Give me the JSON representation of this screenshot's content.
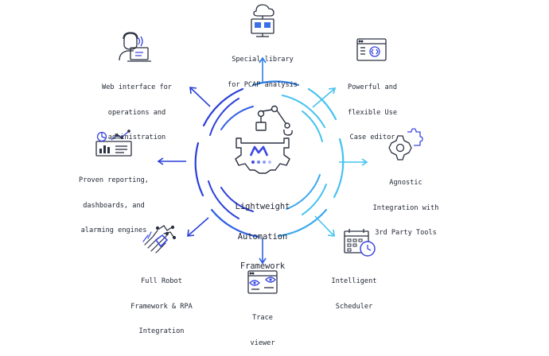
{
  "center": {
    "line1": "Lightweight",
    "line2": "Automation",
    "line3": "Framework"
  },
  "nodes": [
    {
      "id": "pcap",
      "icon": "cloud-server-icon",
      "lines": [
        "Special library",
        "for PCAP analysis"
      ]
    },
    {
      "id": "editor",
      "icon": "code-window-icon",
      "lines": [
        "Powerful and",
        "flexible Use",
        "Case editor"
      ]
    },
    {
      "id": "integration",
      "icon": "puzzle-gear-icon",
      "lines": [
        "Agnostic",
        "Integration with",
        "3rd Party Tools"
      ]
    },
    {
      "id": "scheduler",
      "icon": "calendar-clock-icon",
      "lines": [
        "Intelligent",
        "Scheduler"
      ]
    },
    {
      "id": "trace",
      "icon": "eye-window-icon",
      "lines": [
        "Trace",
        "viewer"
      ]
    },
    {
      "id": "robot",
      "icon": "robot-hand-icon",
      "lines": [
        "Full Robot",
        "Framework & RPA",
        "Integration"
      ]
    },
    {
      "id": "reporting",
      "icon": "dashboard-chart-icon",
      "lines": [
        "Proven reporting,",
        "dashboards, and",
        "alarming engines"
      ]
    },
    {
      "id": "web",
      "icon": "operator-laptop-icon",
      "lines": [
        "Web interface for",
        "operations and",
        "administration"
      ]
    }
  ],
  "colors": {
    "blue_dark": "#2a3fd9",
    "blue_mid": "#2f7fe6",
    "cyan": "#45c2ef",
    "ink": "#2b3040",
    "brand": "#3a47e0"
  }
}
